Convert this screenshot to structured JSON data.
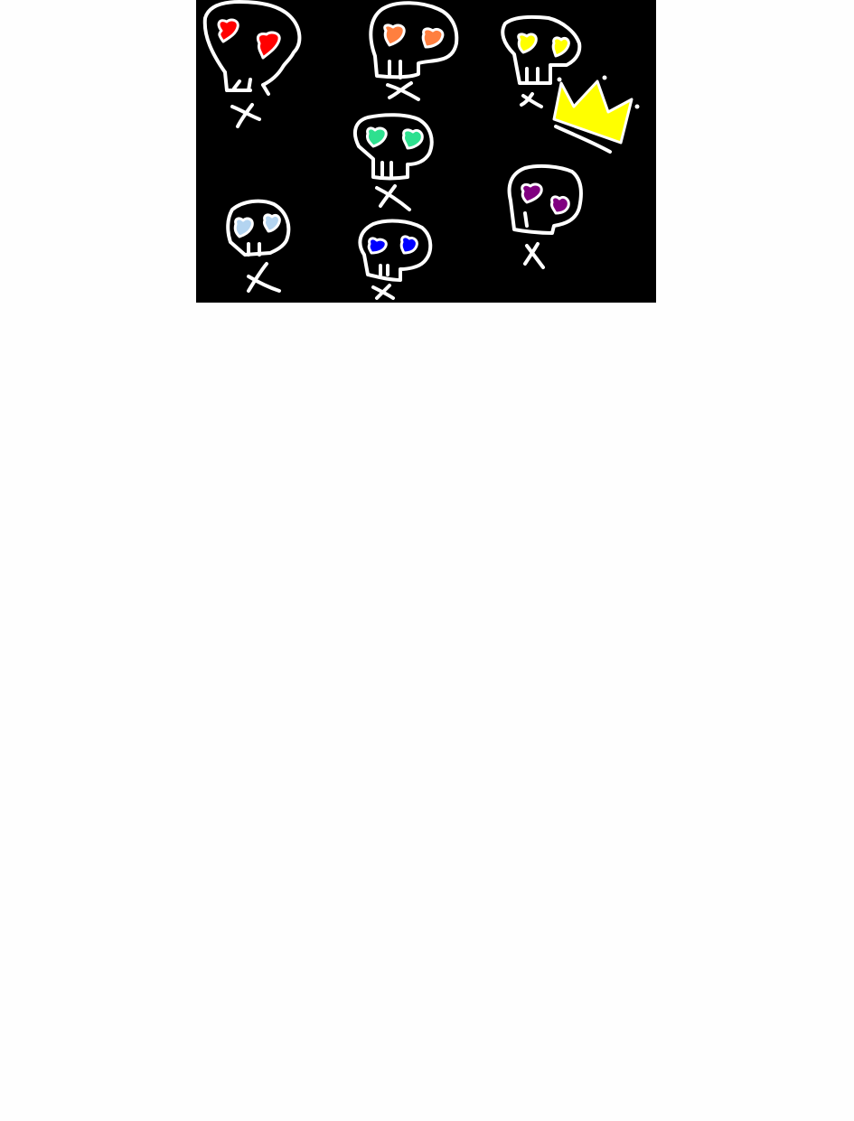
{
  "drawing": {
    "background": "#000000",
    "page_background": "#fefefe",
    "outline_color": "#ffffff",
    "skulls": [
      {
        "name": "red-heart-eyes-skull",
        "eye_color": "#ff0000"
      },
      {
        "name": "orange-heart-eyes-skull",
        "eye_color": "#ff7f3f"
      },
      {
        "name": "yellow-heart-eyes-skull",
        "eye_color": "#ffff00"
      },
      {
        "name": "green-heart-eyes-skull",
        "eye_color": "#2ee08f"
      },
      {
        "name": "purple-heart-eyes-skull",
        "eye_color": "#800080"
      },
      {
        "name": "light-blue-heart-eyes-skull",
        "eye_color": "#b3d4f0"
      },
      {
        "name": "blue-heart-eyes-skull",
        "eye_color": "#0000ff"
      }
    ],
    "crown": {
      "name": "yellow-crown",
      "color": "#ffff00"
    }
  }
}
